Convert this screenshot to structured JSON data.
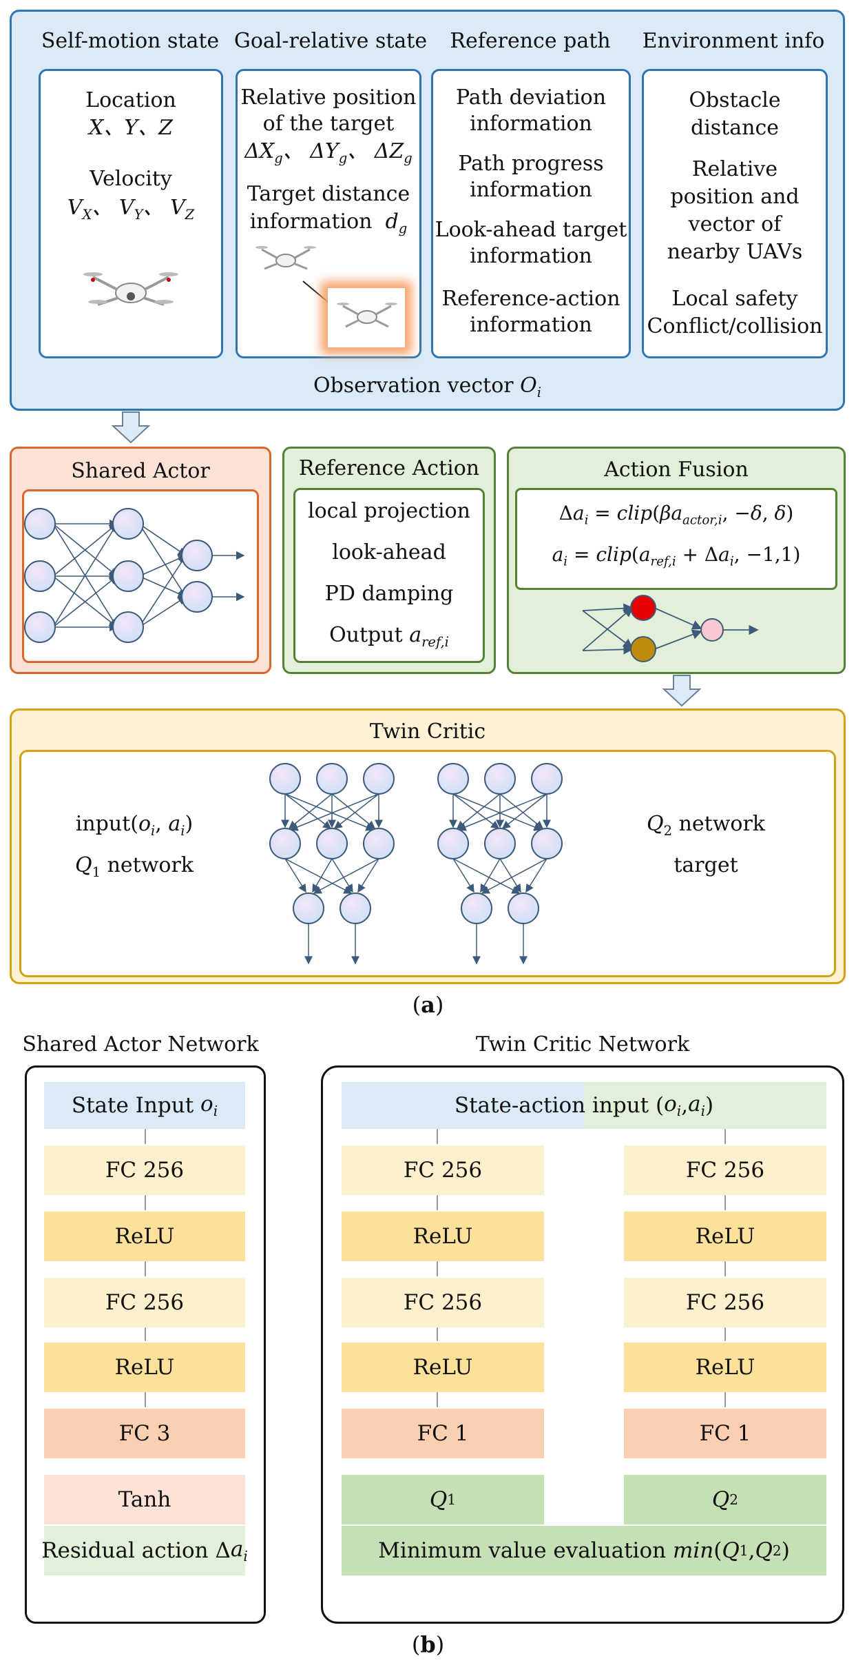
{
  "panel_a": {
    "obs": {
      "columns": [
        {
          "title": "Self-motion state"
        },
        {
          "title": "Goal-relative state"
        },
        {
          "title": "Reference path",
          "lines": [
            "Path deviation",
            "information",
            "Path progress",
            "information",
            "Look-ahead target",
            "information",
            "Reference-action",
            "information"
          ]
        },
        {
          "title": "Environment info",
          "lines": [
            "Obstacle",
            "distance",
            "Relative",
            "position and",
            "vector of",
            "nearby UAVs",
            "Local safety",
            "Conflict/collision"
          ]
        }
      ],
      "self_motion": {
        "location": "Location",
        "loc_vars": "X、Y、Z",
        "velocity": "Velocity"
      },
      "goal_relative": {
        "rel1": "Relative position",
        "rel2": "of the target",
        "dist1": "Target distance",
        "dist2": "information"
      },
      "footer": "Observation vector"
    },
    "shared_actor": {
      "title": "Shared Actor"
    },
    "reference_action": {
      "title": "Reference Action",
      "items": [
        "local projection",
        "look-ahead",
        "PD damping"
      ],
      "output": "Output"
    },
    "action_fusion": {
      "title": "Action Fusion"
    },
    "twin_critic": {
      "title": "Twin Critic",
      "input": "input",
      "q1_network": "network",
      "q2_network": "network",
      "target": "target"
    },
    "caption": "(a)"
  },
  "panel_b": {
    "actor": {
      "title": "Shared Actor Network",
      "input": "State Input",
      "layers": [
        "FC 256",
        "ReLU",
        "FC 256",
        "ReLU",
        "FC 3",
        "Tanh"
      ],
      "output": "Residual action"
    },
    "critic": {
      "title": "Twin Critic Network",
      "input": "State-action input",
      "layers": [
        "FC 256",
        "ReLU",
        "FC 256",
        "ReLU",
        "FC 1"
      ],
      "output": "Minimum value evaluation"
    },
    "caption": "(b)"
  },
  "colors": {
    "obs_bg": "#dbeaf7",
    "obs_border": "#2e75b6",
    "actor_bg": "#fbe2d5",
    "actor_border": "#d9662b",
    "green_bg": "#e2f0d9",
    "green_border": "#548235",
    "critic_bg": "#fdf1d6",
    "critic_border": "#d4a017",
    "fc256": "#fdf0cd",
    "relu": "#fde19a",
    "fc_out": "#fbcfb1",
    "tanh": "#fce2d6",
    "q": "#c5e0b4",
    "input": "#dbeaf7"
  }
}
